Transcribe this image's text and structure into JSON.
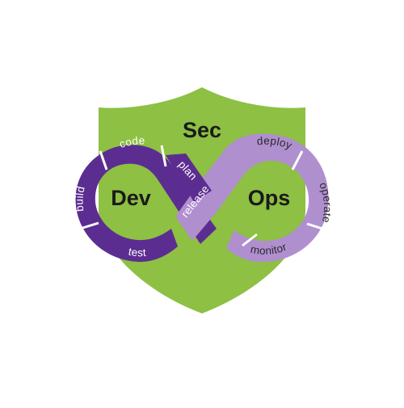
{
  "center": {
    "top": "Sec",
    "left": "Dev",
    "right": "Ops"
  },
  "loop": {
    "dev": [
      "code",
      "build",
      "test",
      "plan"
    ],
    "ops": [
      "deploy",
      "operate",
      "monitor",
      "release"
    ]
  },
  "colors": {
    "shield": "#8dc043",
    "dev_purple": "#5c2d91",
    "ops_lavender": "#b08fcf",
    "background": "#ffffff",
    "text_dark": "#1a1a1a",
    "text_light": "#ffffff"
  }
}
